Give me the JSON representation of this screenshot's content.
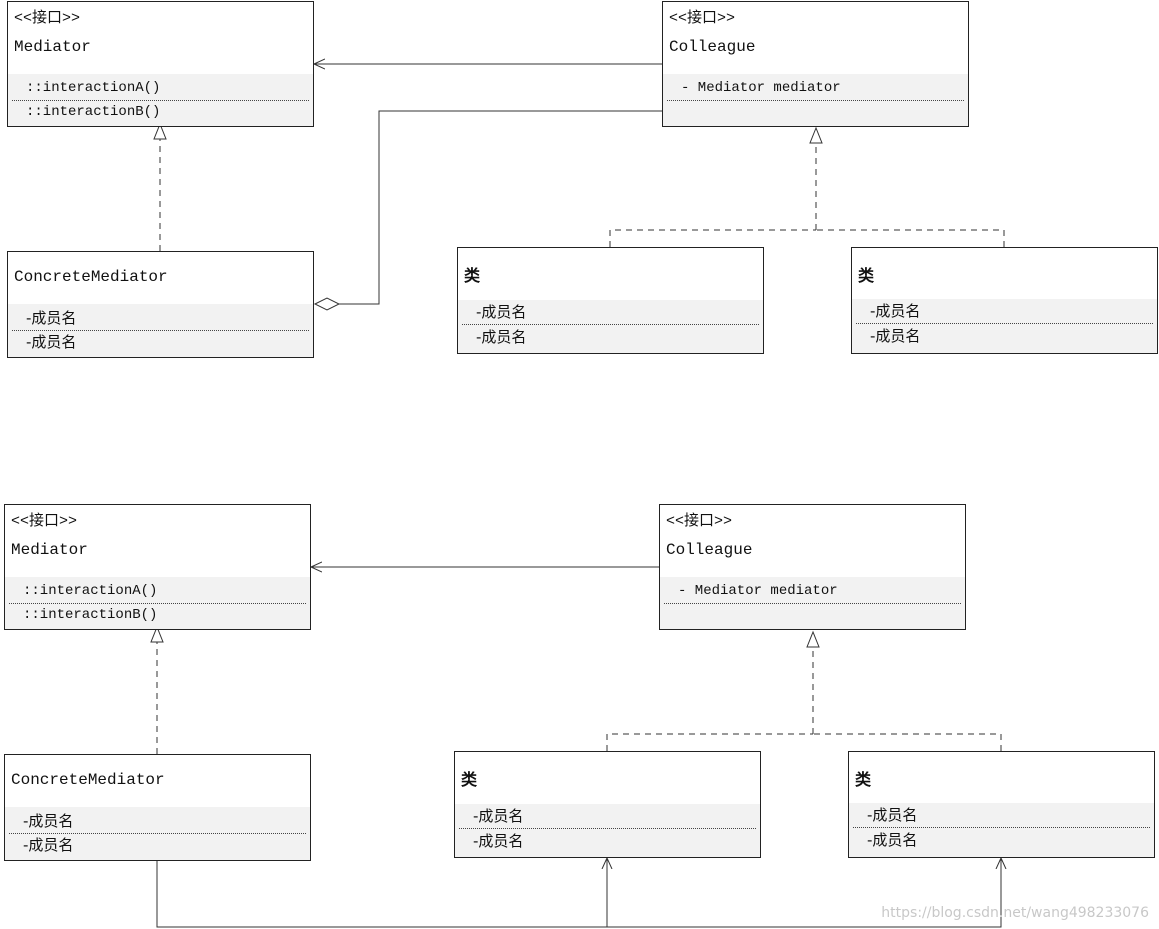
{
  "diagrams": [
    {
      "mediator": {
        "stereotype": "<<接口>>",
        "name": "Mediator",
        "methods": [
          "::interactionA()",
          "::interactionB()"
        ]
      },
      "colleague": {
        "stereotype": "<<接口>>",
        "name": "Colleague",
        "attributes": [
          "- Mediator mediator"
        ]
      },
      "concrete_mediator": {
        "name": "ConcreteMediator",
        "members": [
          "-成员名",
          "-成员名"
        ]
      },
      "class_a": {
        "name": "类",
        "members": [
          "-成员名",
          "-成员名"
        ]
      },
      "class_b": {
        "name": "类",
        "members": [
          "-成员名",
          "-成员名"
        ]
      }
    },
    {
      "mediator": {
        "stereotype": "<<接口>>",
        "name": "Mediator",
        "methods": [
          "::interactionA()",
          "::interactionB()"
        ]
      },
      "colleague": {
        "stereotype": "<<接口>>",
        "name": "Colleague",
        "attributes": [
          "- Mediator mediator"
        ]
      },
      "concrete_mediator": {
        "name": "ConcreteMediator",
        "members": [
          "-成员名",
          "-成员名"
        ]
      },
      "class_a": {
        "name": "类",
        "members": [
          "-成员名",
          "-成员名"
        ]
      },
      "class_b": {
        "name": "类",
        "members": [
          "-成员名",
          "-成员名"
        ]
      }
    }
  ],
  "watermark": "https://blog.csdn.net/wang498233076"
}
